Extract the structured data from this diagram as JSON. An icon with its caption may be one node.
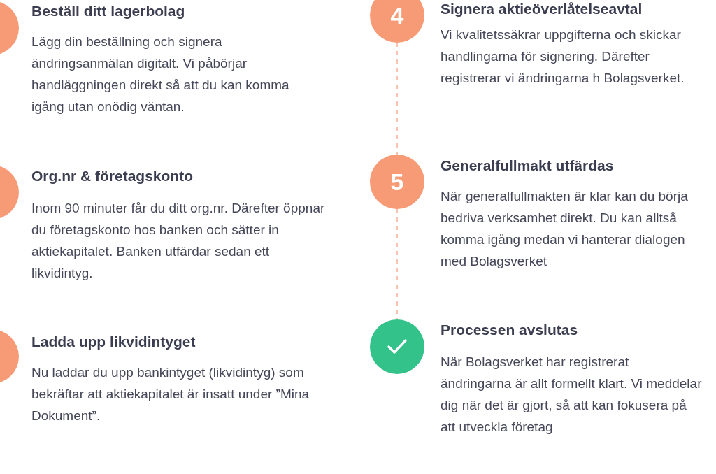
{
  "diagram": {
    "nodes": [
      {
        "text": [],
        "shape": "circle",
        "beside": [
          "Beställ ditt lagerbolag",
          "Lägg din beställning och signera ändringsanmälan digitalt. Vi påbörjar handläggningen direkt så att du kan komma igång utan onödig väntan."
        ]
      },
      {
        "text": [],
        "shape": "circle",
        "beside": [
          "Org.nr & företagskonto",
          "Inom 90 minuter får du ditt org.nr. Därefter öppnar du företagskonto hos banken och sätter in aktiekapitalet. Banken utfärdar sedan ett likvidintyg."
        ]
      },
      {
        "text": [],
        "shape": "circle",
        "beside": [
          "Ladda upp likvidintyget",
          "Nu laddar du upp bankintyget (likvidintyg) som bekräftar att aktiekapitalet är insatt under ”Mina Dokument”."
        ]
      },
      {
        "text": [
          "4"
        ],
        "beside": [
          "Signera aktieöverlåtelseavtal",
          "Vi kvalitetssäkrar uppgifterna och skickar handlingarna för signering. Därefter registrerar vi ändringarna h Bolagsverket."
        ]
      },
      {
        "text": [
          "5"
        ],
        "beside": [
          "Generalfullmakt utfärdas",
          "När generalfullmakten är klar kan du börja bedriva verksamhet direkt. Du kan alltså komma igång medan vi hanterar dialogen med Bolagsverket"
        ]
      },
      {
        "text": [],
        "shape": "circle",
        "beside": [
          "Processen avslutas",
          "När Bolagsverket har registrerat ändringarna är allt formellt klart. Vi meddelar dig när det är gjort, så att kan fokusera på att utveckla företag"
        ]
      }
    ],
    "edges": [
      {
        "from": 3,
        "to": 4,
        "arrow": "none",
        "style": "dashed"
      },
      {
        "from": 4,
        "to": 5,
        "arrow": "none",
        "style": "dashed"
      }
    ]
  }
}
